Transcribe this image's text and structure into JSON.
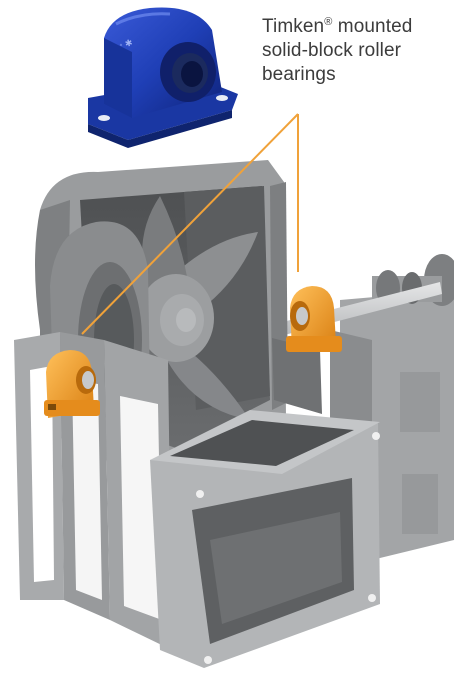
{
  "caption": {
    "brand": "Timken",
    "trademark": "®",
    "text_line1_rest": " mounted",
    "text_line2": "solid-block roller",
    "text_line3": "bearings"
  },
  "colors": {
    "callout_line": "#f0a23a",
    "bearing_orange": "#f3a02e",
    "bearing_blue": "#1f3fb6",
    "housing_gray": "#8d8f91"
  },
  "icons": {
    "product_photo": "blue-pillow-block-bearing",
    "illustration": "centrifugal-fan-assembly"
  }
}
